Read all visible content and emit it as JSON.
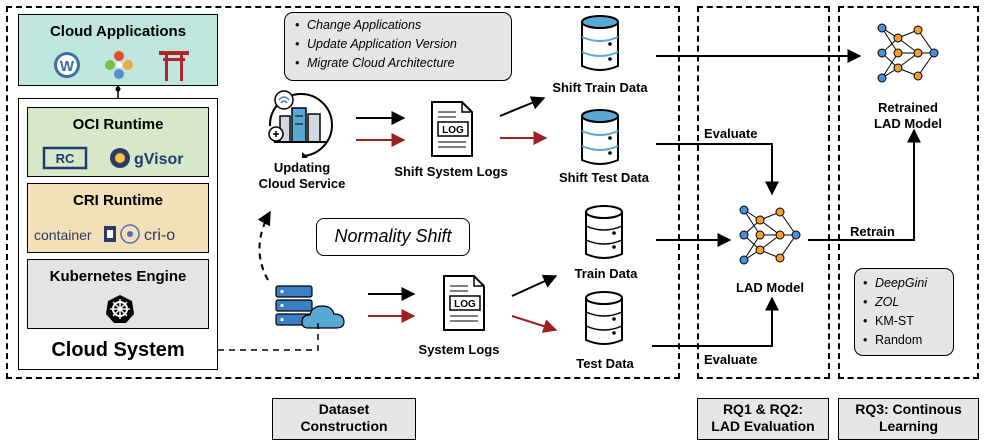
{
  "cloud_system": {
    "applications_title": "Cloud Applications",
    "app_icons": [
      "wordpress-icon",
      "joomla-icon",
      "torii-gate-icon"
    ],
    "oci_title": "OCI Runtime",
    "oci_items": [
      "RC",
      "gVisor"
    ],
    "cri_title": "CRI Runtime",
    "cri_items": [
      "container",
      "cri-o"
    ],
    "k8s_title": "Kubernetes Engine",
    "system_title": "Cloud System"
  },
  "change_list": [
    "Change Applications",
    "Update Application Version",
    "Migrate Cloud Architecture"
  ],
  "labels": {
    "updating_service": "Updating\nCloud Service",
    "shift_logs": "Shift System Logs",
    "system_logs": "System Logs",
    "normality_shift": "Normality Shift",
    "shift_train": "Shift Train Data",
    "shift_test": "Shift Test Data",
    "train": "Train Data",
    "test": "Test Data",
    "evaluate_top": "Evaluate",
    "evaluate_bottom": "Evaluate",
    "lad_model": "LAD Model",
    "retrain": "Retrain",
    "retrained_model": "Retrained\nLAD Model",
    "log": "LOG"
  },
  "methods": [
    {
      "name": "DeepGini",
      "italic": true
    },
    {
      "name": "ZOL",
      "italic": true
    },
    {
      "name": "KM-ST",
      "italic": false
    },
    {
      "name": "Random",
      "italic": false
    }
  ],
  "captions": {
    "dataset": "Dataset\nConstruction",
    "rq12": "RQ1 & RQ2:\nLAD Evaluation",
    "rq3": "RQ3: Continous\nLearning"
  },
  "colors": {
    "app_bg": "#bfe6dc",
    "oci_bg": "#d6e8c8",
    "cri_bg": "#f3dfb8",
    "k8s_bg": "#e4e4e4",
    "db_blue": "#5aa8d4",
    "server_blue": "#3b7fc4",
    "red_arrow": "#9b2020",
    "node_orange": "#f0a030",
    "node_blue": "#4a90d9"
  }
}
